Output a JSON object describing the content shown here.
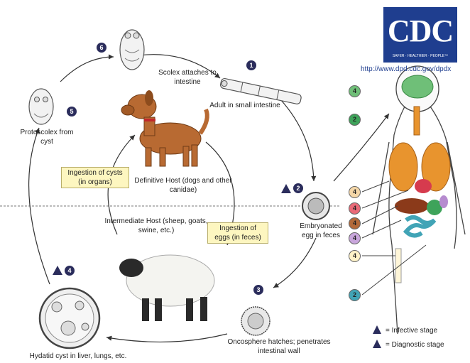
{
  "cdc": {
    "logo_text": "CDC",
    "tagline": "SAFER · HEALTHIER · PEOPLE™",
    "url": "http://www.dpd.cdc.gov/dpdx"
  },
  "stages": {
    "s1": {
      "num": "1",
      "label": "Adult in small intestine"
    },
    "s2": {
      "num": "2",
      "label": "Embryonated egg in feces"
    },
    "s3": {
      "num": "3",
      "label": "Oncosphere hatches; penetrates intestinal wall"
    },
    "s4": {
      "num": "4",
      "label": "Hydatid cyst in liver, lungs, etc."
    },
    "s5": {
      "num": "5",
      "label": "Protoscolex from cyst"
    },
    "s6": {
      "num": "6",
      "label": "Scolex attaches to intestine"
    }
  },
  "hosts": {
    "definitive": "Definitive Host (dogs and other canidae)",
    "intermediate": "Intermediate Host (sheep, goats, swine, etc.)"
  },
  "boxes": {
    "cysts": "Ingestion of cysts (in organs)",
    "eggs": "Ingestion of eggs (in feces)"
  },
  "organs": [
    "4",
    "2",
    "4",
    "4",
    "4",
    "4",
    "4",
    "2"
  ],
  "legend": {
    "infective": "= Infective stage",
    "diagnostic": "= Diagnostic stage",
    "i_mark": "i",
    "d_mark": "d"
  },
  "colors": {
    "cdc_blue": "#1f3e8f",
    "marker_navy": "#2b2d5c",
    "box_fill": "#fdf6c0",
    "dog": "#b86a32",
    "organ_green": "#3ea35a",
    "lung": "#e8942e"
  }
}
